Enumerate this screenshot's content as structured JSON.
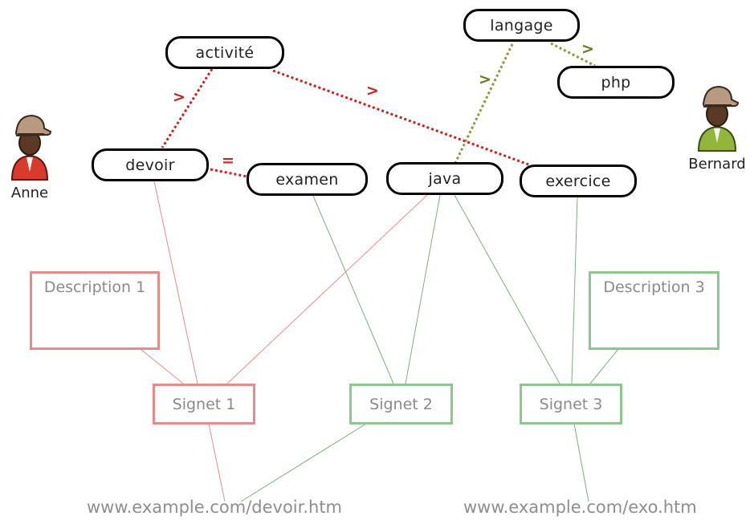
{
  "tags": {
    "activite": "activité",
    "langage": "langage",
    "php": "php",
    "devoir": "devoir",
    "examen": "examen",
    "java": "java",
    "exercice": "exercice"
  },
  "relations": {
    "activite_devoir": ">",
    "activite_exercice": ">",
    "devoir_examen": "=",
    "langage_java": ">",
    "langage_php": ">"
  },
  "users": {
    "anne": "Anne",
    "bernard": "Bernard"
  },
  "descriptions": {
    "d1": "Description 1",
    "d3": "Description 3"
  },
  "signets": {
    "s1": "Signet 1",
    "s2": "Signet 2",
    "s3": "Signet 3"
  },
  "urls": {
    "devoir": "www.example.com/devoir.htm",
    "exo": "www.example.com/exo.htm"
  },
  "colors": {
    "anne_links": "#e98a8a",
    "bernard_links": "#8cc78c",
    "relation_red": "#cc2222",
    "relation_olive": "#8a9a3a"
  }
}
